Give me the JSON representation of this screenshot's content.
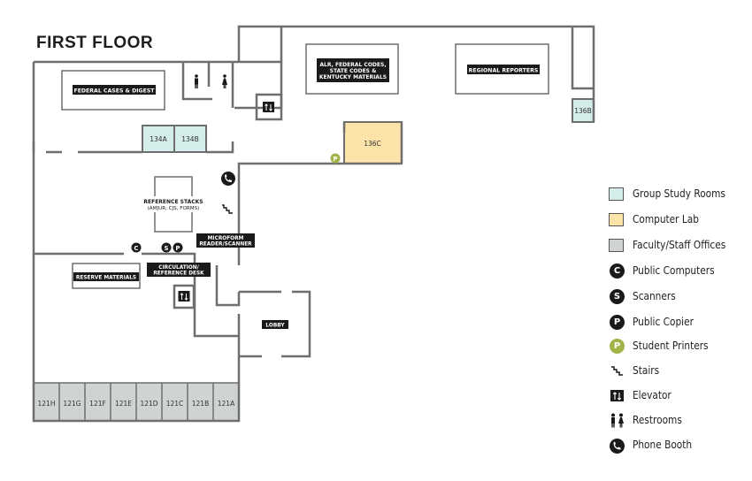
{
  "title": "FIRST FLOOR",
  "colors": {
    "wall": "#6e6e6e",
    "study": "#d4ecea",
    "lab": "#fbe3a9",
    "office": "#d0d3d4",
    "label_bg": "#1a1a1a",
    "printer": "#a4b24a",
    "icon_dark": "#1a1a1a"
  },
  "areas": {
    "federal_cases": "FEDERAL CASES & DIGEST",
    "alr_line1": "ALR, FEDERAL CODES,",
    "alr_line2": "STATE CODES &",
    "alr_line3": "KENTUCKY MATERIALS",
    "regional_reporters": "REGIONAL REPORTERS",
    "reference_stacks_line1": "REFERENCE STACKS",
    "reference_stacks_line2": "(AMJUR, CJS, FORMS)",
    "microform_line1": "MICROFORM",
    "microform_line2": "READER/SCANNER",
    "reserve_materials": "RESERVE MATERIALS",
    "circulation_line1": "CIRCULATION/",
    "circulation_line2": "REFERENCE DESK",
    "lobby": "LOBBY"
  },
  "rooms": {
    "r134a": "134A",
    "r134b": "134B",
    "r136b": "136B",
    "r136c": "136C",
    "offices": [
      "121H",
      "121G",
      "121F",
      "121E",
      "121D",
      "121C",
      "121B",
      "121A"
    ]
  },
  "markers": {
    "public_computer": "C",
    "scanner": "S",
    "public_copier": "P",
    "student_printer": "P"
  },
  "legend": [
    {
      "label": "Group Study Rooms",
      "icon": "swatch-study"
    },
    {
      "label": "Computer Lab",
      "icon": "swatch-lab"
    },
    {
      "label": "Faculty/Staff Offices",
      "icon": "swatch-office"
    },
    {
      "label": "Public Computers",
      "icon": "public-computer-icon",
      "glyph": "C"
    },
    {
      "label": "Scanners",
      "icon": "scanner-icon",
      "glyph": "S"
    },
    {
      "label": "Public Copier",
      "icon": "copier-icon",
      "glyph": "P"
    },
    {
      "label": "Student Printers",
      "icon": "student-printer-icon",
      "glyph": "P"
    },
    {
      "label": "Stairs",
      "icon": "stairs-icon"
    },
    {
      "label": "Elevator",
      "icon": "elevator-icon"
    },
    {
      "label": "Restrooms",
      "icon": "restroom-icon"
    },
    {
      "label": "Phone Booth",
      "icon": "phone-icon"
    }
  ]
}
